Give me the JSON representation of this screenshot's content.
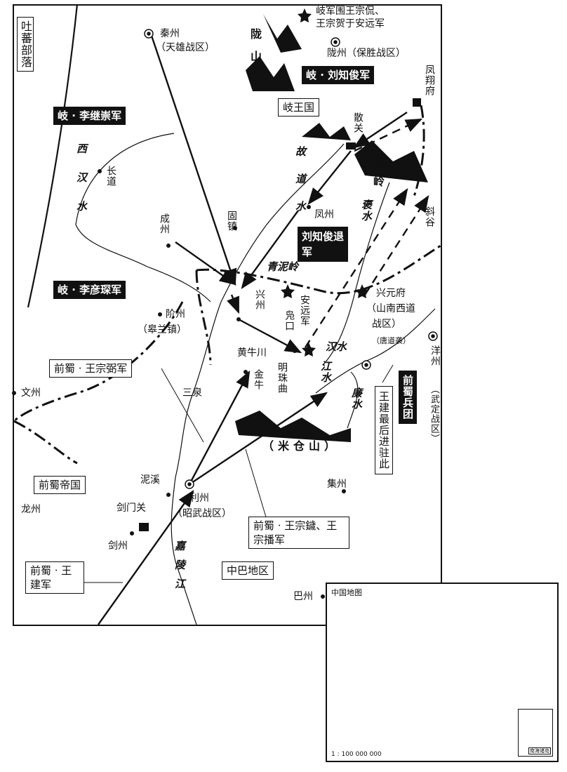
{
  "regions": {
    "tubo": "吐蕃部落",
    "qi_kingdom": "岐王国",
    "former_shu_empire": "前蜀帝国",
    "zhongba": "中巴地区"
  },
  "armies": {
    "qi_li_jichong": "岐 · 李继崇军",
    "qi_liu_zhijun": "岐 · 刘知俊军",
    "liu_zhijun_retreat": "刘知俊退军",
    "qi_li_yanchen": "岐 · 李彦琛军",
    "shu_wang_zongbi": "前蜀 · 王宗弼军",
    "shu_wang_zongyue": "前蜀 · 王宗鐬、王宗播军",
    "shu_wang_jian": "前蜀 · 王建军",
    "shu_army_group": "前蜀兵团",
    "wang_jian_note": "王建最后进驻此"
  },
  "places": {
    "qinzhou": "秦州",
    "tianxiong": "（天雄战区）",
    "longzhou_n": "陇州（保胜战区）",
    "siege_note_1": "岐军围王宗侃、",
    "siege_note_2": "王宗贺于安远军",
    "fengxiang": "凤翔府",
    "sanguan": "散关",
    "changdao": "长道",
    "guzhen": "固镇",
    "chengzhou": "成州",
    "fengzhou": "凤州",
    "qingniling": "青泥岭",
    "xingzhou": "兴州",
    "anyuanjun": "安远军",
    "jiankou": "凫口",
    "xingyuan": "兴元府",
    "shannan": "（山南西道",
    "zhanqu": "战区）",
    "tangdaoxi": "（唐道袭）",
    "yangzhou": "洋州",
    "wuding": "（武定战区）",
    "jiezhou": "阶州",
    "gaolan": "（皋兰镇）",
    "huangniuchuan": "黄牛川",
    "mingzhuqu": "明珠曲",
    "jinniu": "金牛",
    "sanquan": "三泉",
    "wenzhou": "文州",
    "nixi": "泥溪",
    "lizhou": "利州",
    "zhaowu": "（昭武战区）",
    "jianmenguan": "剑门关",
    "longzhou_s": "龙州",
    "jianzhou": "剑州",
    "jizhou": "集州",
    "bazhou": "巴州",
    "xiegu": "斜谷"
  },
  "rivers": {
    "xihanshui": "西汉水",
    "gudaoshui": "故道水",
    "baoshui": "褒水",
    "hanshui": "汉水",
    "jiangshui": "江水",
    "lianshui": "廉水",
    "jialingjiang": "嘉陵江"
  },
  "mountains": {
    "longshan": "陇山",
    "qinling": "秦岭",
    "micangshan": "（米仓山）"
  },
  "inset": {
    "title": "中国地图",
    "scale": "1 : 100 000 000",
    "sea_label": "南海诸岛"
  },
  "colors": {
    "ink": "#111111",
    "paper": "#ffffff",
    "highlight": "#c8c8c8"
  }
}
